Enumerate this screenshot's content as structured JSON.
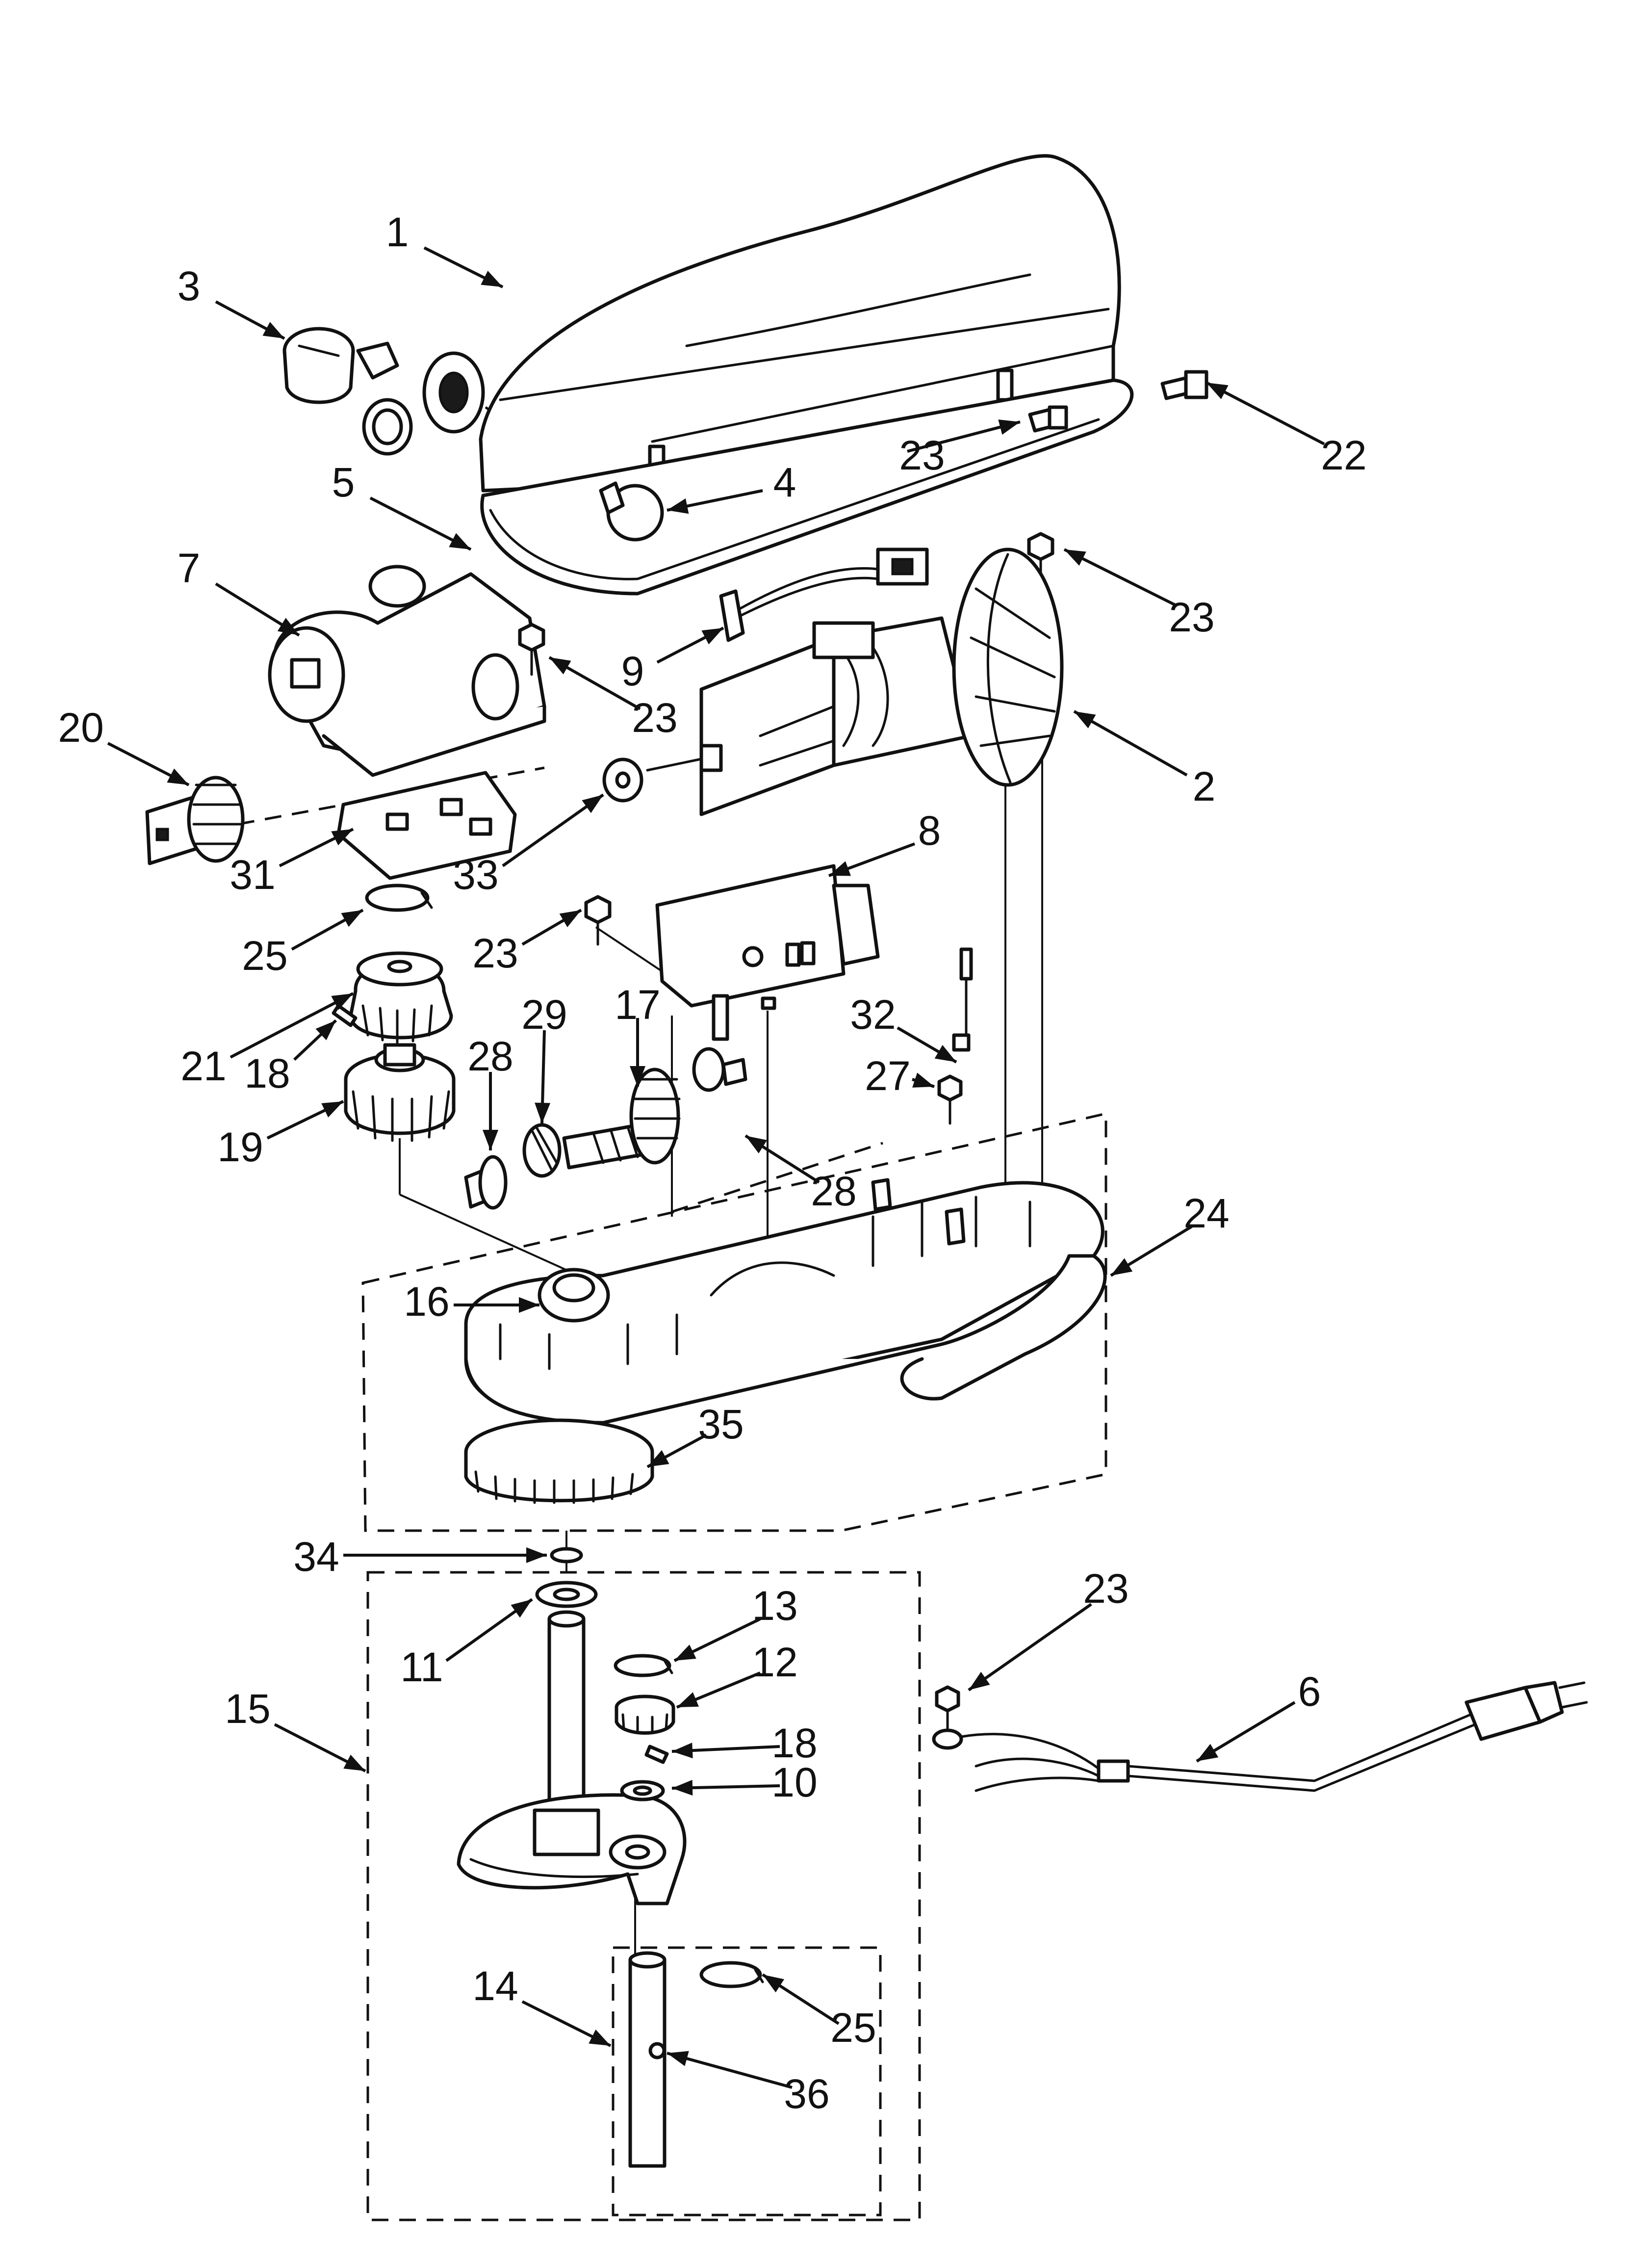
{
  "callouts": [
    {
      "id": "c1",
      "text": "1"
    },
    {
      "id": "c2",
      "text": "2"
    },
    {
      "id": "c3",
      "text": "3"
    },
    {
      "id": "c4",
      "text": "4"
    },
    {
      "id": "c5",
      "text": "5"
    },
    {
      "id": "c6",
      "text": "6"
    },
    {
      "id": "c7",
      "text": "7"
    },
    {
      "id": "c8",
      "text": "8"
    },
    {
      "id": "c9",
      "text": "9"
    },
    {
      "id": "c10",
      "text": "10"
    },
    {
      "id": "c11",
      "text": "11"
    },
    {
      "id": "c12",
      "text": "12"
    },
    {
      "id": "c13",
      "text": "13"
    },
    {
      "id": "c14",
      "text": "14"
    },
    {
      "id": "c15",
      "text": "15"
    },
    {
      "id": "c16",
      "text": "16"
    },
    {
      "id": "c17",
      "text": "17"
    },
    {
      "id": "c18a",
      "text": "18"
    },
    {
      "id": "c18b",
      "text": "18"
    },
    {
      "id": "c19",
      "text": "19"
    },
    {
      "id": "c20",
      "text": "20"
    },
    {
      "id": "c21",
      "text": "21"
    },
    {
      "id": "c22",
      "text": "22"
    },
    {
      "id": "c23a",
      "text": "23"
    },
    {
      "id": "c23b",
      "text": "23"
    },
    {
      "id": "c23c",
      "text": "23"
    },
    {
      "id": "c23d",
      "text": "23"
    },
    {
      "id": "c23e",
      "text": "23"
    },
    {
      "id": "c24",
      "text": "24"
    },
    {
      "id": "c25a",
      "text": "25"
    },
    {
      "id": "c25b",
      "text": "25"
    },
    {
      "id": "c27",
      "text": "27"
    },
    {
      "id": "c28a",
      "text": "28"
    },
    {
      "id": "c28b",
      "text": "28"
    },
    {
      "id": "c29",
      "text": "29"
    },
    {
      "id": "c31",
      "text": "31"
    },
    {
      "id": "c32",
      "text": "32"
    },
    {
      "id": "c33",
      "text": "33"
    },
    {
      "id": "c34",
      "text": "34"
    },
    {
      "id": "c35",
      "text": "35"
    },
    {
      "id": "c36",
      "text": "36"
    }
  ]
}
